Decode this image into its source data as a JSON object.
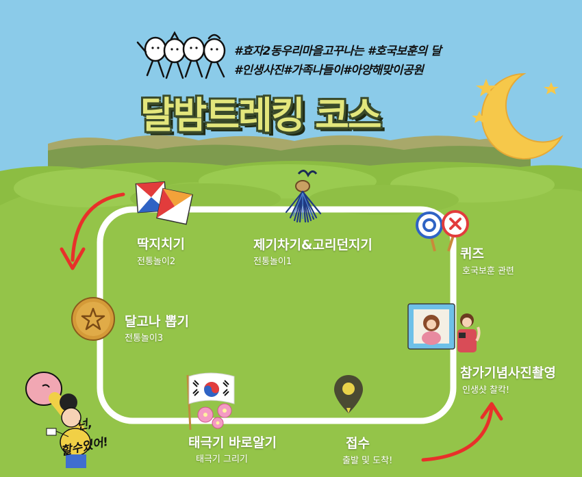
{
  "header": {
    "hashtag_line1": "#효자2동우리마을고꾸나는 #호국보훈의 달",
    "hashtag_line2": "#인생사진#가족나들이#아양해맞이공원",
    "title": "달밤트레킹 코스"
  },
  "stations": [
    {
      "id": "ttakji",
      "label": "딱지치기",
      "sub": "전통놀이2",
      "icon": "ttakji-icon"
    },
    {
      "id": "jegi",
      "label": "제기차기&고리던지기",
      "sub": "전통놀이1",
      "icon": "jegi-icon"
    },
    {
      "id": "quiz",
      "label": "퀴즈",
      "sub": "호국보훈 관련",
      "icon": "quiz-ox-icon"
    },
    {
      "id": "dalgona",
      "label": "달고나 뽑기",
      "sub": "전통놀이3",
      "icon": "dalgona-star-icon"
    },
    {
      "id": "photo",
      "label": "참가기념사진촬영",
      "sub": "인생샷 찰칵!",
      "icon": "photo-frame-icon"
    },
    {
      "id": "taegeukgi",
      "label": "태극기 바로알기",
      "sub": "태극기 그리기",
      "icon": "taegeukgi-flag-icon"
    },
    {
      "id": "reception",
      "label": "접수",
      "sub": "출발 및 도착!",
      "icon": "map-pin-icon"
    }
  ],
  "speech": {
    "line1": "넌,",
    "line2": "할수있어!"
  },
  "colors": {
    "sky": "#8fd0ef",
    "grass": "#8fc043",
    "path": "#ffffff",
    "title_fill": "#e3e67c",
    "arrow": "#e8302a",
    "moon": "#f6c84a"
  }
}
